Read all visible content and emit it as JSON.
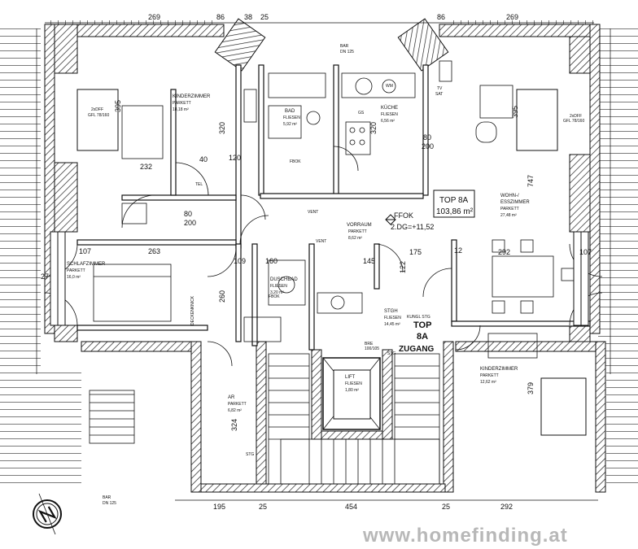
{
  "dimensions": {
    "top_left": "269",
    "top_86_left": "86",
    "top_38": "38",
    "top_25": "25",
    "top_86_right": "86",
    "top_right": "269",
    "bottom_195": "195",
    "bottom_25_left": "25",
    "bottom_454": "454",
    "bottom_25_right": "25",
    "bottom_292": "292",
    "d395_left": "395",
    "d395_right": "395",
    "d320_a": "320",
    "d320_b": "320",
    "d232": "232",
    "d120": "120",
    "d40": "40",
    "d80_a": "80",
    "d200_a": "200",
    "d263": "263",
    "d107_left": "107",
    "d107_right": "107",
    "d109": "109",
    "d160": "160",
    "d145": "145",
    "d175": "175",
    "d292_mid": "292",
    "d27": "27",
    "d260": "260",
    "d324": "324",
    "d379": "379",
    "d747": "747",
    "d80_kitchen": "80",
    "d200_kitchen": "200",
    "d122": "122",
    "d12": "12"
  },
  "rooms": {
    "kinderzimmer_top": {
      "name": "KINDERZIMMER",
      "floor": "PARKETT",
      "area": "18,18 m²"
    },
    "bad": {
      "name": "BAD",
      "floor": "FLIESEN",
      "area": "5,92 m²"
    },
    "kueche": {
      "name": "KÜCHE",
      "floor": "FLIESEN",
      "area": "6,56 m²"
    },
    "wohn": {
      "name": "WOHN-/",
      "name2": "ESSZIMMER",
      "floor": "PARKETT",
      "area": "27,48 m²"
    },
    "vorraum": {
      "name": "VORRAUM",
      "floor": "PARKETT",
      "area": "8,62 m²"
    },
    "schlafzimmer": {
      "name": "SCHLAFZIMMER",
      "floor": "PARKETT",
      "area": "16,0 m²"
    },
    "duschbad": {
      "name": "DUSCHBAD",
      "floor": "FLIESEN",
      "area": "3,20 m²"
    },
    "ar": {
      "name": "AR",
      "floor": "PARKETT",
      "area": "6,82 m²"
    },
    "stgh": {
      "name": "STGH",
      "floor": "FLIESEN",
      "area": "14,45 m²"
    },
    "lift": {
      "name": "LIFT",
      "floor": "FLIESEN",
      "area": "1,80 m²"
    },
    "kinderzimmer_right": {
      "name": "KINDERZIMMER",
      "floor": "PARKETT",
      "area": "12,62 m²"
    }
  },
  "top_label": {
    "name": "TOP 8A",
    "area": "103,86 m²"
  },
  "ffok": {
    "label": "FFOK",
    "value": "2.DG=+11,52"
  },
  "zugang": {
    "line1": "TOP",
    "line2": "8A",
    "line3": "ZUGANG"
  },
  "annotations": {
    "bar_top": "BAR",
    "dn_top": "DN 125",
    "bar_bottom": "BAR",
    "dn_bottom": "DN 125",
    "tv": "TV",
    "sat": "SAT",
    "wm": "WM",
    "gs": "GS",
    "tel": "TEL",
    "vent_a": "VENT",
    "vent_b": "VENT",
    "fbok_a": "FBOK",
    "fbok_b": "FBOK",
    "bre": "BRE",
    "bre_val": "100/105",
    "stg_a": "STG",
    "stg_b": "STG",
    "dachflaechenfenster_l": "2xDFF",
    "dachflaechenfenster_r": "2xDFF",
    "fenster_l": "GFL 78/160",
    "fenster_r": "GFL 78/160",
    "deckenknick": "DECKENKNICK",
    "kungl": "KUNGL STG"
  },
  "watermark": "www.homefinding.at",
  "colors": {
    "line": "#111111",
    "watermark": "#b8b8b8",
    "background": "#ffffff"
  }
}
